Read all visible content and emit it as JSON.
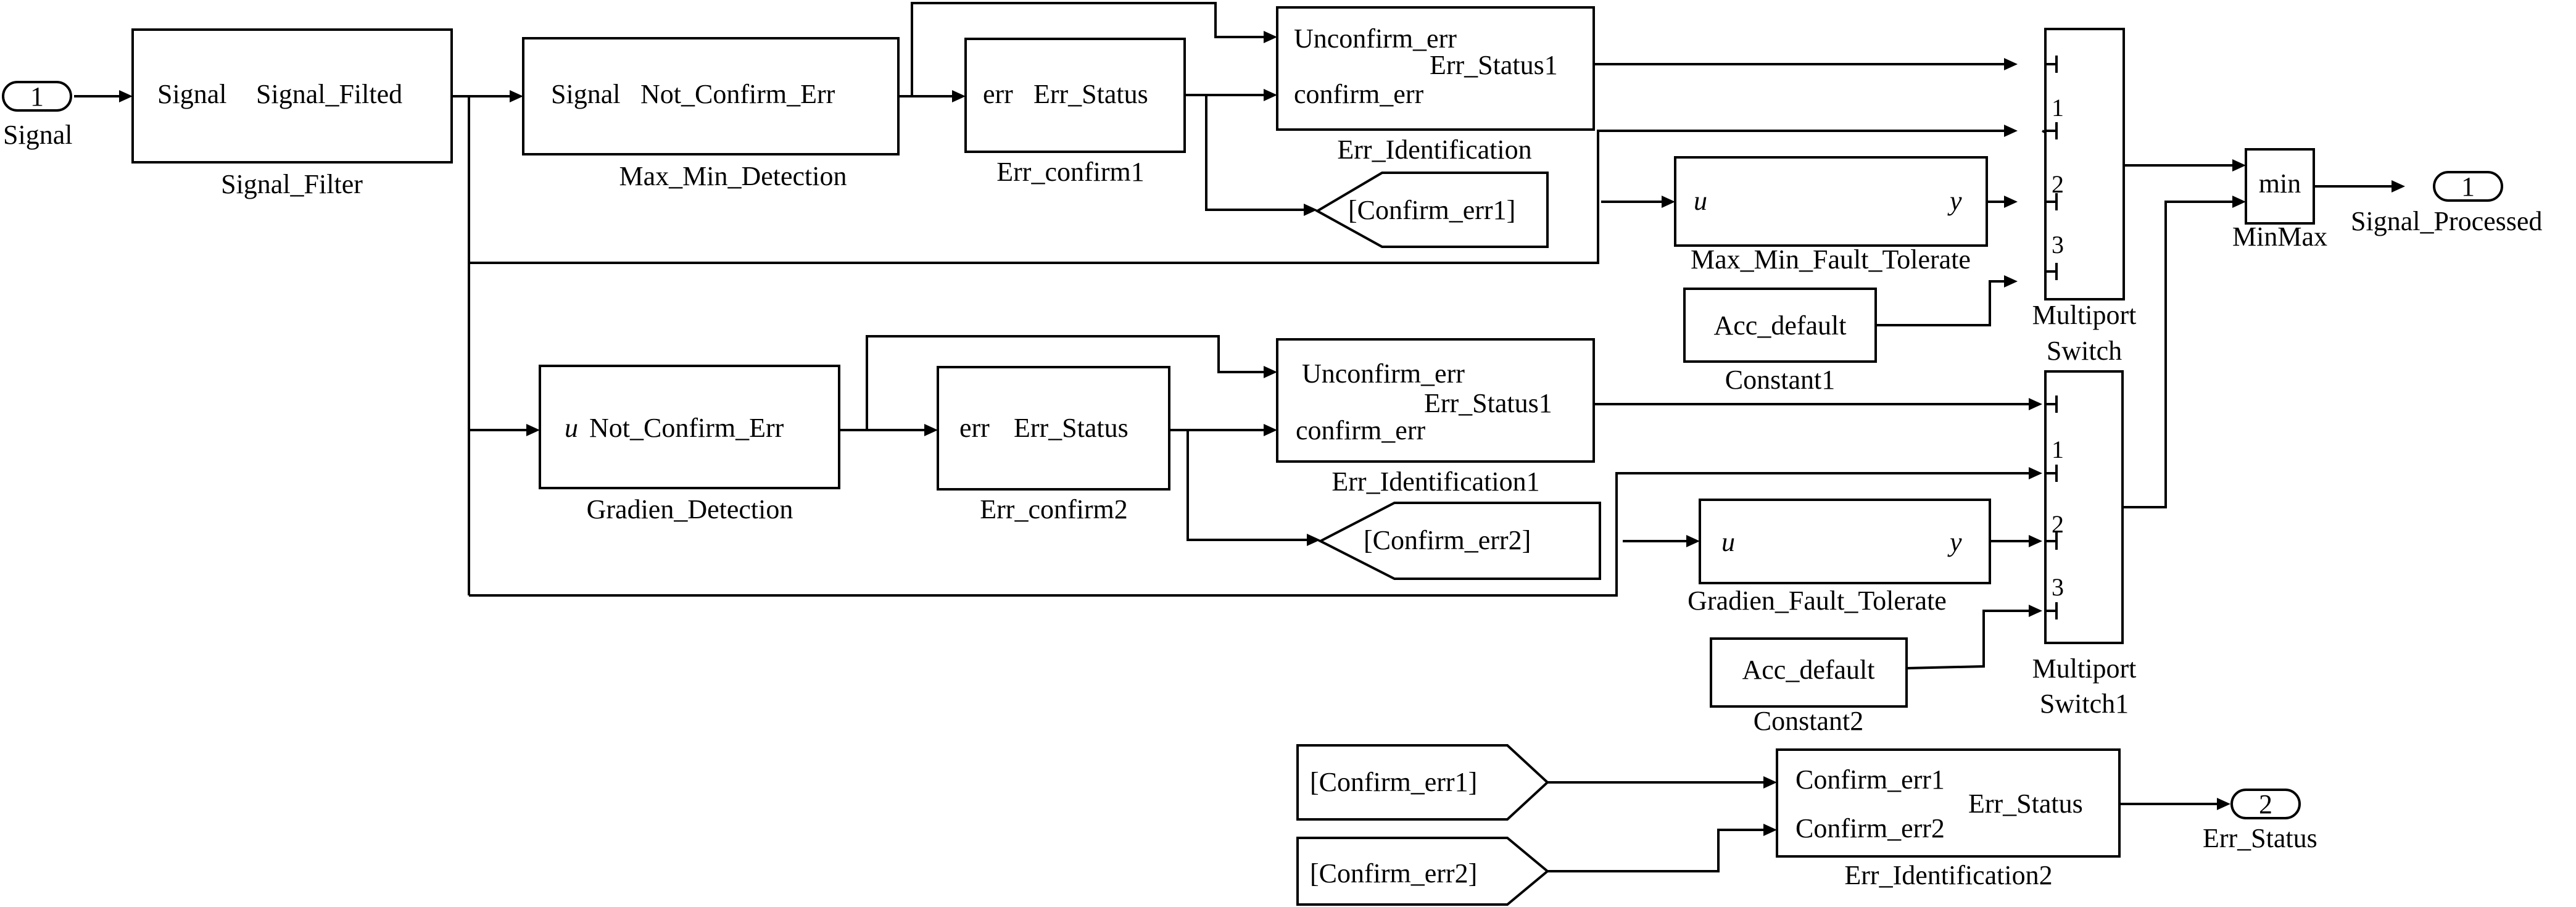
{
  "inports": [
    {
      "number": "1",
      "name": "Signal"
    }
  ],
  "outports": [
    {
      "number": "1",
      "name": "Signal_Processed"
    },
    {
      "number": "2",
      "name": "Err_Status"
    }
  ],
  "blocks": {
    "signal_filter": {
      "name": "Signal_Filter",
      "in": "Signal",
      "out": "Signal_Filted"
    },
    "max_min_detection": {
      "name": "Max_Min_Detection",
      "in": "Signal",
      "out": "Not_Confirm_Err"
    },
    "err_confirm1": {
      "name": "Err_confirm1",
      "in": "err",
      "out": "Err_Status"
    },
    "err_identification": {
      "name": "Err_Identification",
      "in1": "Unconfirm_err",
      "in2": "confirm_err",
      "out": "Err_Status1"
    },
    "goto_confirm_err1": {
      "tag": "[Confirm_err1]"
    },
    "max_min_fault_tolerate": {
      "name": "Max_Min_Fault_Tolerate",
      "in": "u",
      "out": "y"
    },
    "multiport_switch": {
      "name_line1": "Multiport",
      "name_line2": "Switch",
      "ports": [
        "1",
        "2",
        "3"
      ]
    },
    "constant1": {
      "name": "Constant1",
      "value": "Acc_default"
    },
    "minmax": {
      "name": "MinMax",
      "op": "min"
    },
    "gradien_detection": {
      "name": "Gradien_Detection",
      "in": "u",
      "out": "Not_Confirm_Err"
    },
    "err_confirm2": {
      "name": "Err_confirm2",
      "in": "err",
      "out": "Err_Status"
    },
    "err_identification1": {
      "name": "Err_Identification1",
      "in1": "Unconfirm_err",
      "in2": "confirm_err",
      "out": "Err_Status1"
    },
    "goto_confirm_err2": {
      "tag": "[Confirm_err2]"
    },
    "gradien_fault_tolerate": {
      "name": "Gradien_Fault_Tolerate",
      "in": "u",
      "out": "y"
    },
    "multiport_switch1": {
      "name_line1": "Multiport",
      "name_line2": "Switch1",
      "ports": [
        "1",
        "2",
        "3"
      ]
    },
    "constant2": {
      "name": "Constant2",
      "value": "Acc_default"
    },
    "from_confirm_err1": {
      "tag": "[Confirm_err1]"
    },
    "from_confirm_err2": {
      "tag": "[Confirm_err2]"
    },
    "err_identification2": {
      "name": "Err_Identification2",
      "in1": "Confirm_err1",
      "in2": "Confirm_err2",
      "out": "Err_Status"
    }
  },
  "colors": {
    "line": "#000000",
    "background": "#ffffff"
  }
}
